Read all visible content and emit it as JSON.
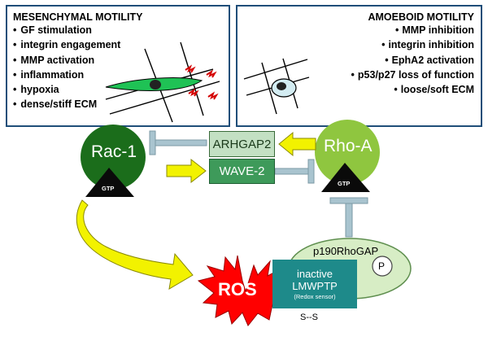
{
  "mesenchymal": {
    "title": "MESENCHYMAL MOTILITY",
    "items": [
      "GF stimulation",
      "integrin engagement",
      "MMP activation",
      "inflammation",
      "hypoxia",
      "dense/stiff ECM"
    ]
  },
  "amoeboid": {
    "title": "AMOEBOID MOTILITY",
    "items": [
      "MMP inhibition",
      "integrin inhibition",
      "EphA2 activation",
      "p53/p27 loss of function",
      "loose/soft ECM"
    ]
  },
  "nodes": {
    "rac1": "Rac-1",
    "rhoa": "Rho-A",
    "gtp_left": "GTP",
    "gtp_right": "GTP",
    "arhgap2": "ARHGAP2",
    "wave2": "WAVE-2",
    "p190": "p190RhoGAP",
    "p": "P",
    "ros": "ROS",
    "lmwptp_line1": "inactive",
    "lmwptp_line2": "LMWPTP",
    "lmwptp_line3": "(Redox sensor)",
    "ss": "S--S"
  },
  "colors": {
    "panel_border": "#1f4e79",
    "rac1_fill": "#1b6d1b",
    "rhoa_fill": "#8fc63f",
    "gap_box_fill": "#c3e0c3",
    "wave_box_fill": "#3e9a5a",
    "p190_fill": "#d7edc5",
    "inhibitor": "#a9c4cf",
    "yellow_arrow": "#f2f200",
    "ros_fill": "#ff0000",
    "lmwptp_fill": "#1e8a8a",
    "cell_green": "#1fc255",
    "cell_blue": "#d3ecf2"
  }
}
